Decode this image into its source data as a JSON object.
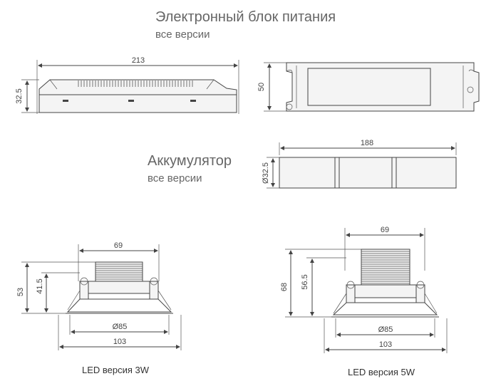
{
  "psu": {
    "title": "Электронный блок питания",
    "subtitle": "все версии",
    "dim_length": "213",
    "dim_height": "32.5",
    "dim_width": "50"
  },
  "battery": {
    "title": "Аккумулятор",
    "subtitle": "все версии",
    "dim_length": "188",
    "dim_diameter": "Ø32.5"
  },
  "led3w": {
    "caption": "LED версия 3W",
    "dim_top": "69",
    "dim_total_height": "53",
    "dim_body_height": "41.5",
    "dim_inner": "Ø85",
    "dim_outer": "103"
  },
  "led5w": {
    "caption": "LED версия 5W",
    "dim_top": "69",
    "dim_total_height": "68",
    "dim_body_height": "56.5",
    "dim_inner": "Ø85",
    "dim_outer": "103"
  }
}
